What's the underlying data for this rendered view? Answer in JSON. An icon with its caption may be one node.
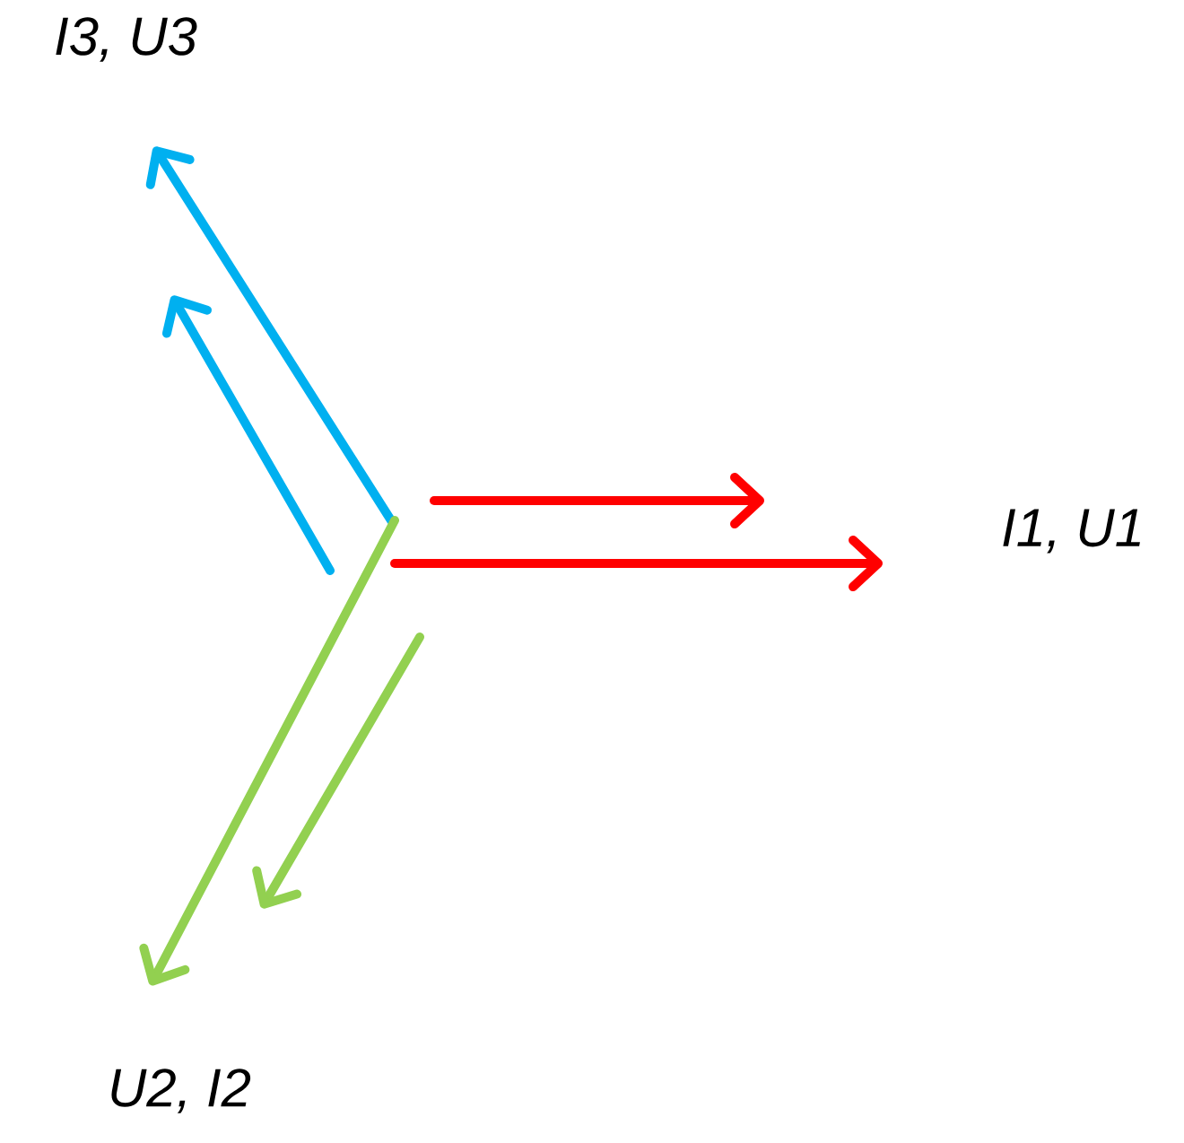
{
  "diagram": {
    "labels": [
      "I3, U3",
      "I1, U1",
      "U2, I2"
    ]
  }
}
